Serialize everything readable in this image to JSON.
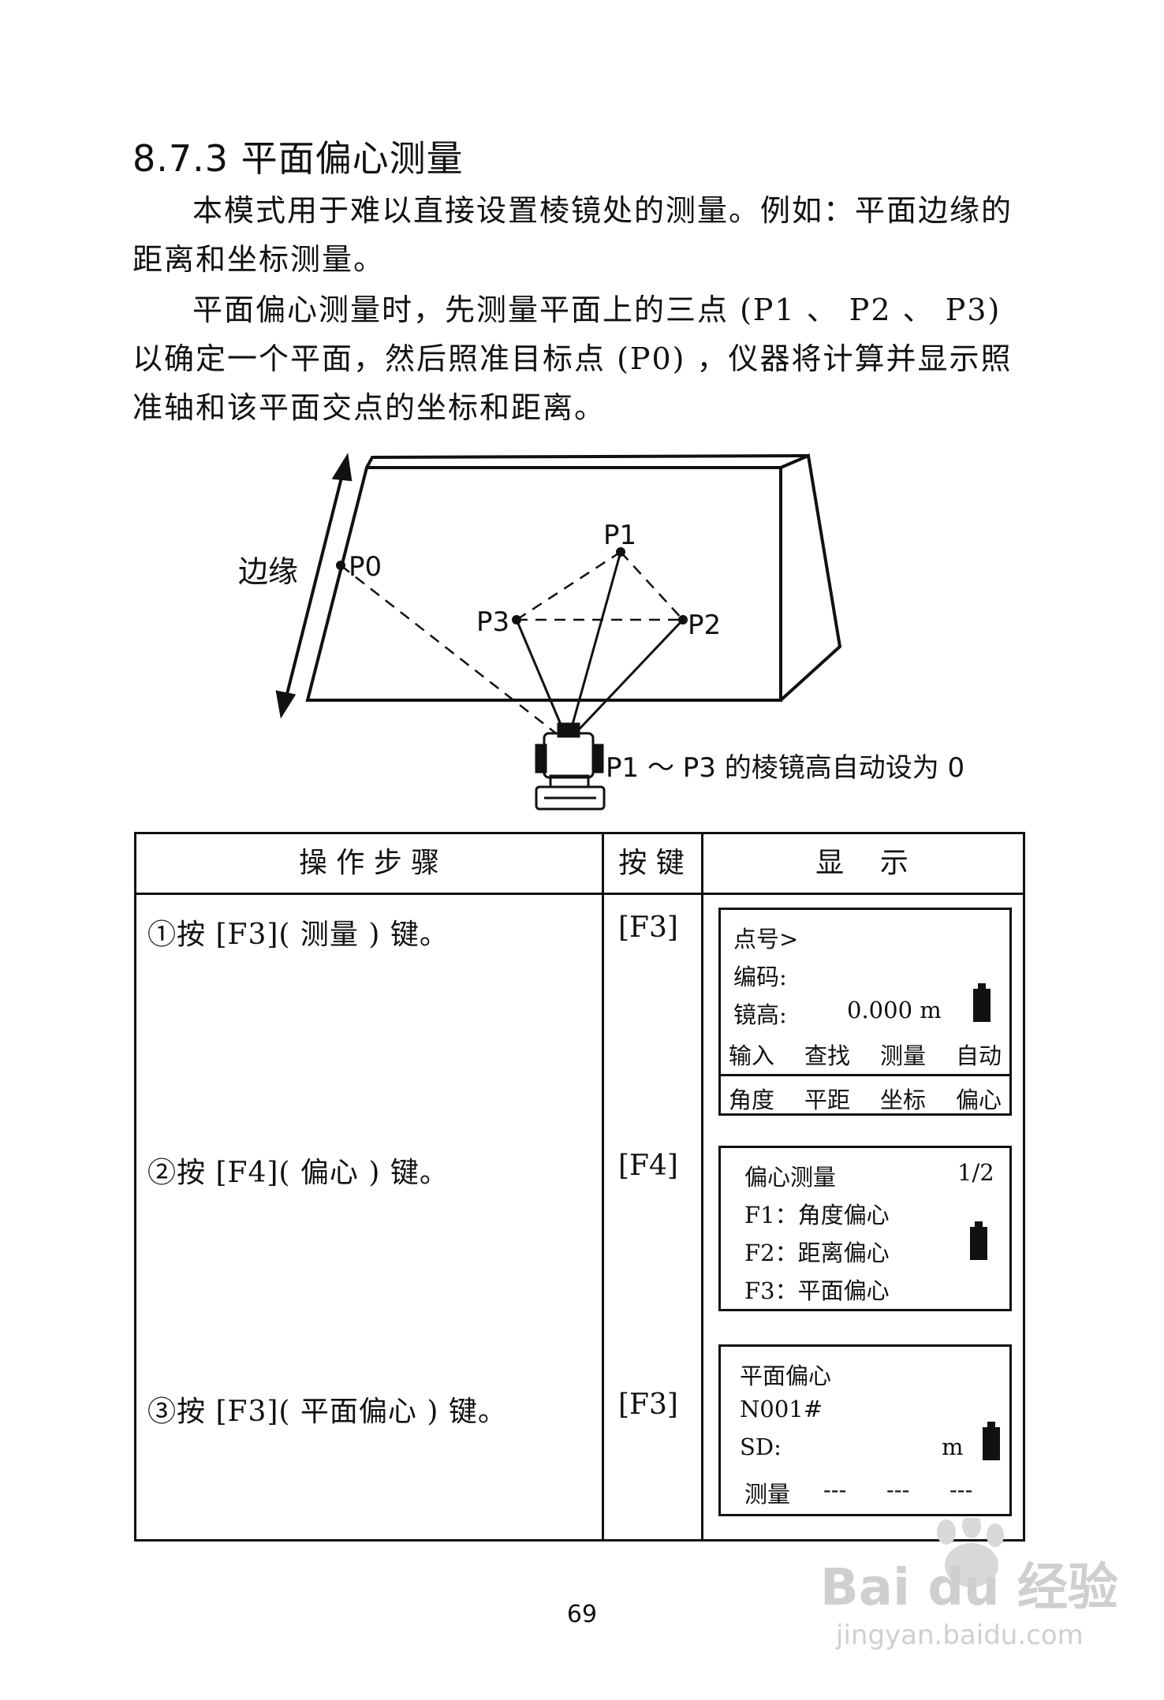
{
  "heading": "8.7.3 平面偏心测量",
  "paragraphs": [
    "本模式用于难以直接设置棱镜处的测量。例如：平面边缘的距离和坐标测量。",
    "平面偏心测量时，先测量平面上的三点 (P1 、 P2 、 P3) 以确定一个平面，然后照准目标点 (P0) ，仪器将计算并显示照准轴和该平面交点的坐标和距离。"
  ],
  "diagram": {
    "edge_label": "边缘",
    "p0": "P0",
    "p1": "P1",
    "p2": "P2",
    "p3": "P3",
    "caption": "P1 ～ P3 的棱镜高自动设为 0"
  },
  "table": {
    "headers": [
      "操 作 步 骤",
      "按 键",
      "显    示"
    ],
    "rows": [
      {
        "step": "①按 [F3]( 测量 ) 键。",
        "key": "[F3]",
        "display": {
          "line1": "点号>",
          "line2": "编码:",
          "line3_label": "镜高:",
          "line3_value": "0.000 m",
          "softkeys1": [
            "输入",
            "查找",
            "测量",
            "自动"
          ],
          "softkeys2": [
            "角度",
            "平距",
            "坐标",
            "偏心"
          ]
        }
      },
      {
        "step": "②按 [F4]( 偏心 ) 键。",
        "key": "[F4]",
        "display": {
          "title": "偏心测量",
          "page": "1/2",
          "items": [
            "F1：角度偏心",
            "F2：距离偏心",
            "F3：平面偏心"
          ]
        }
      },
      {
        "step": "③按 [F3]( 平面偏心 ) 键。",
        "key": "[F3]",
        "display": {
          "title": "平面偏心",
          "point": "N001#",
          "sd_label": "SD:",
          "sd_unit": "m",
          "softkeys": [
            "测量",
            "---",
            "---",
            "---"
          ]
        }
      }
    ]
  },
  "page_number": "69",
  "watermark": {
    "brand": "Bai du 经验",
    "url": "jingyan.baidu.com"
  }
}
